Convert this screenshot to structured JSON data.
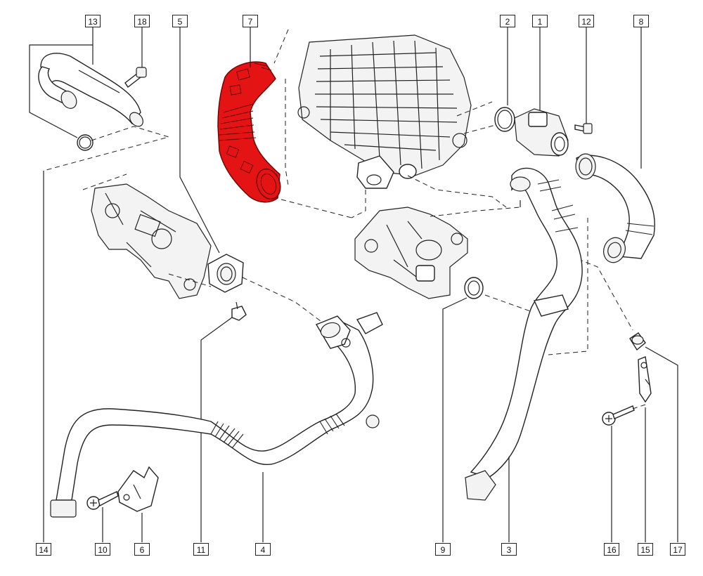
{
  "diagram": {
    "callouts": [
      {
        "id": "c13",
        "label": "13"
      },
      {
        "id": "c18",
        "label": "18"
      },
      {
        "id": "c5",
        "label": "5"
      },
      {
        "id": "c7",
        "label": "7"
      },
      {
        "id": "c2",
        "label": "2"
      },
      {
        "id": "c1",
        "label": "1"
      },
      {
        "id": "c12",
        "label": "12"
      },
      {
        "id": "c8",
        "label": "8"
      },
      {
        "id": "c14",
        "label": "14"
      },
      {
        "id": "c10",
        "label": "10"
      },
      {
        "id": "c6",
        "label": "6"
      },
      {
        "id": "c11",
        "label": "11"
      },
      {
        "id": "c4",
        "label": "4"
      },
      {
        "id": "c9",
        "label": "9"
      },
      {
        "id": "c3",
        "label": "3"
      },
      {
        "id": "c16",
        "label": "16"
      },
      {
        "id": "c15",
        "label": "15"
      },
      {
        "id": "c17",
        "label": "17"
      }
    ],
    "highlight_color": "#e41414",
    "highlighted_part": "7"
  }
}
